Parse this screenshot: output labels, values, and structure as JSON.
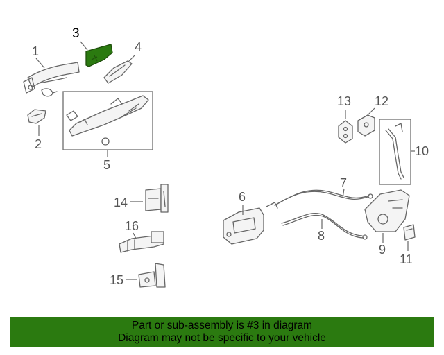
{
  "diagram": {
    "highlighted_part": "3",
    "highlight_color": "#2b7a10",
    "callouts": {
      "c1": "1",
      "c2": "2",
      "c3": "3",
      "c4": "4",
      "c5": "5",
      "c6": "6",
      "c7": "7",
      "c8": "8",
      "c9": "9",
      "c10": "10",
      "c11": "11",
      "c12": "12",
      "c13": "13",
      "c14": "14",
      "c15": "15",
      "c16": "16"
    }
  },
  "banner": {
    "line1": "Part or sub-assembly is #3 in diagram",
    "line2": "Diagram may not be specific to your vehicle",
    "background": "#2b7a10"
  }
}
